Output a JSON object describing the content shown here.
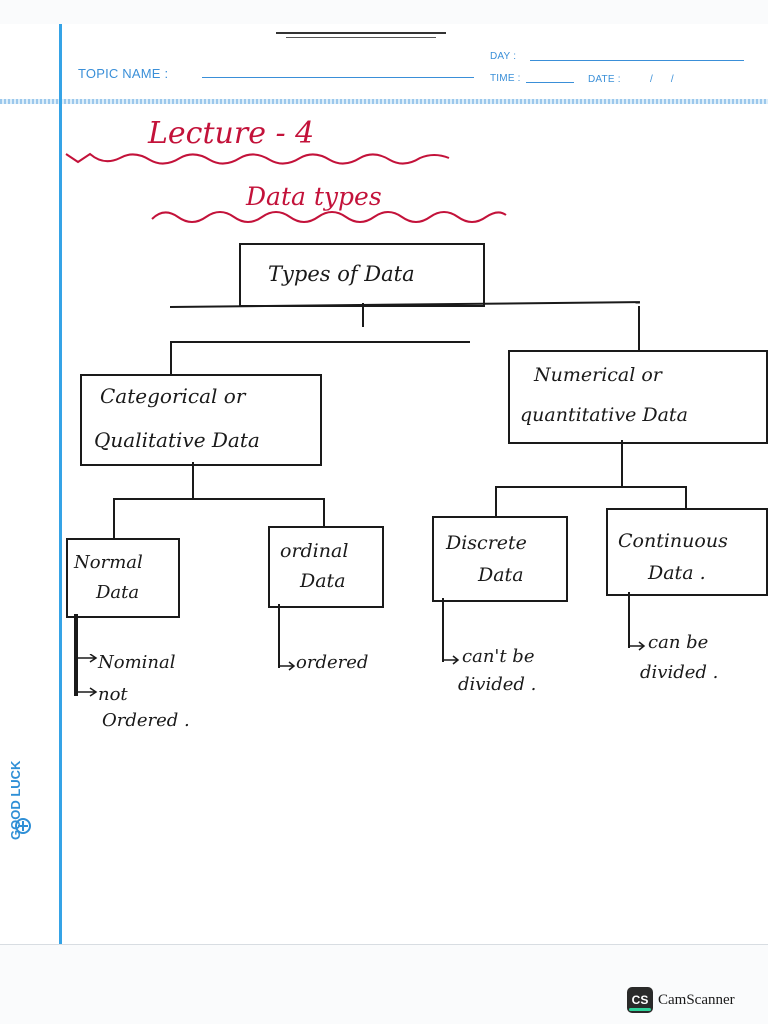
{
  "header": {
    "topic_label": "TOPIC NAME :",
    "day_label": "DAY :",
    "time_label": "TIME :",
    "date_label": "DATE :",
    "date_slashes": "/      /"
  },
  "brand": {
    "text": "GOOD LUCK"
  },
  "notes": {
    "lecture_title": "Lecture - 4",
    "subtitle": "Data types"
  },
  "diagram": {
    "root": "Types of Data",
    "categorical_line1": "Categorical or",
    "categorical_line2": "Qualitative Data",
    "numerical_line1": "Numerical or",
    "numerical_line2": "quantitative Data",
    "nominal_line1": "Normal",
    "nominal_line2": "Data",
    "ordinal_line1": "ordinal",
    "ordinal_line2": "Data",
    "discrete_line1": "Discrete",
    "discrete_line2": "Data",
    "continuous_line1": "Continuous",
    "continuous_line2": "Data .",
    "nominal_note1": "Nominal",
    "nominal_note2": "not",
    "nominal_note3": "Ordered .",
    "ordinal_note": "ordered",
    "discrete_note1": "can't be",
    "discrete_note2": "divided .",
    "continuous_note1": "can be",
    "continuous_note2": "divided ."
  },
  "footer": {
    "cs_logo": "CS",
    "cs_text": "CamScanner"
  },
  "colors": {
    "title_red": "#c3123a",
    "margin_blue": "#35a3e6",
    "header_blue": "#3a8fd8",
    "ink": "#1a1a1a"
  }
}
